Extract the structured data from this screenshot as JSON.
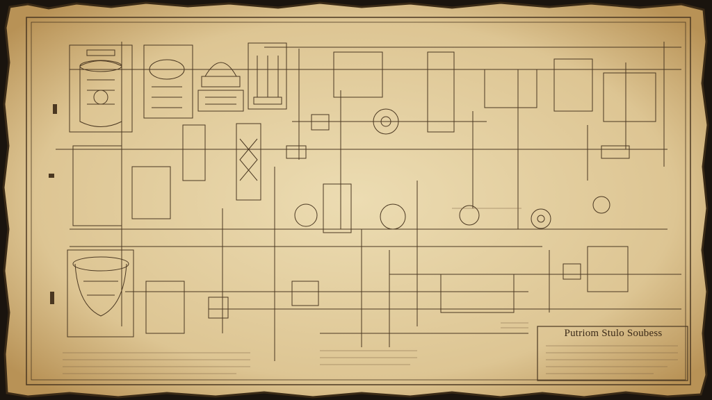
{
  "sheet": {
    "title": "Putriom Stulo Soubess"
  },
  "colors": {
    "parchment": "#e8d6a8",
    "parchment_dark": "#c9a96a",
    "ink": "#4a3721",
    "ink_light": "#7a6142",
    "burn": "#1a140e"
  },
  "components": [
    {
      "name": "ornate-vessel",
      "kind": "vessel"
    },
    {
      "name": "boiler-tank",
      "kind": "tank"
    },
    {
      "name": "dome-engine",
      "kind": "engine"
    },
    {
      "name": "column-reactor",
      "kind": "column"
    },
    {
      "name": "gear-assembly",
      "kind": "gear"
    },
    {
      "name": "valve-unit",
      "kind": "valve"
    },
    {
      "name": "cabinet-console",
      "kind": "cabinet"
    },
    {
      "name": "cauldron-apparatus",
      "kind": "cauldron"
    }
  ]
}
